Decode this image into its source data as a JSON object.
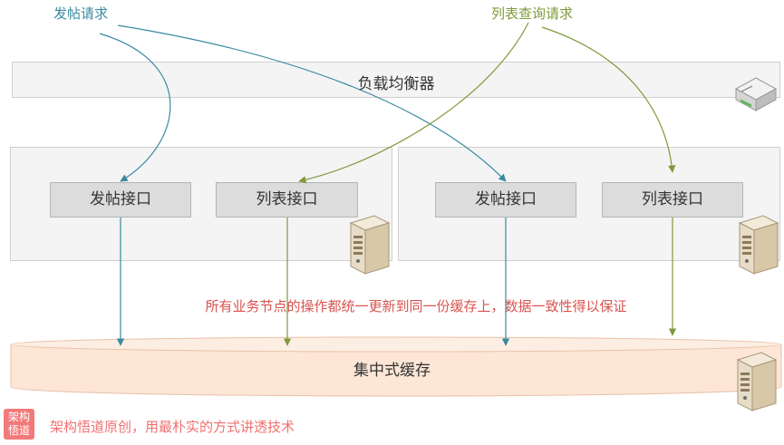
{
  "requests": {
    "post": "发帖请求",
    "list": "列表查询请求"
  },
  "load_balancer": {
    "label": "负载均衡器",
    "icon": "switch-icon"
  },
  "nodes": [
    {
      "apis": [
        "发帖接口",
        "列表接口"
      ],
      "icon": "server-icon"
    },
    {
      "apis": [
        "发帖接口",
        "列表接口"
      ],
      "icon": "server-icon"
    }
  ],
  "note": "所有业务节点的操作都统一更新到同一份缓存上，数据一致性得以保证",
  "cache": {
    "label": "集中式缓存",
    "icon": "server-icon"
  },
  "footer": {
    "logo_line1": "架构",
    "logo_line2": "悟道",
    "text": "架构悟道原创，用最朴实的方式讲透技术"
  },
  "colors": {
    "post_flow": "#3b8aa3",
    "list_flow": "#7f9a3c",
    "note": "#d9534f",
    "footer": "#f07070",
    "cache_fill": "#fde6d6"
  }
}
